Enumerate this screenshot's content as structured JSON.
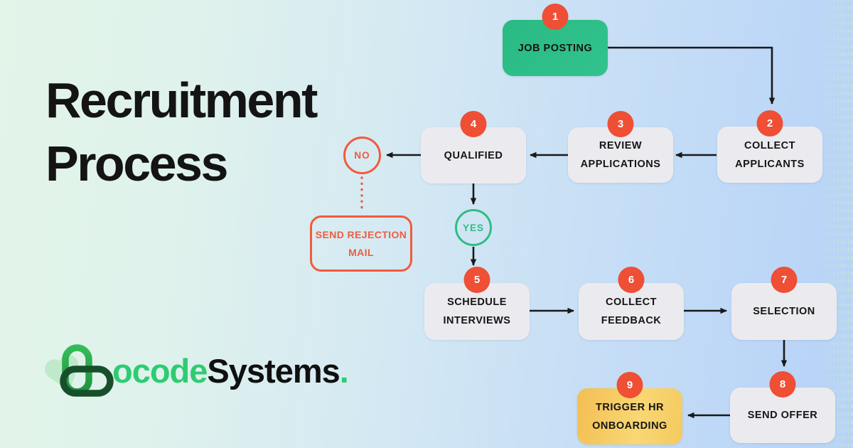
{
  "title": "Recruitment Process",
  "flow": {
    "nodes": [
      {
        "number": "1",
        "label": "JOB POSTING"
      },
      {
        "number": "2",
        "label": "COLLECT APPLICANTS"
      },
      {
        "number": "3",
        "label": "REVIEW APPLICATIONS"
      },
      {
        "number": "4",
        "label": "QUALIFIED"
      },
      {
        "number": "5",
        "label": "SCHEDULE INTERVIEWS"
      },
      {
        "number": "6",
        "label": "COLLECT FEEDBACK"
      },
      {
        "number": "7",
        "label": "SELECTION"
      },
      {
        "number": "8",
        "label": "SEND OFFER"
      },
      {
        "number": "9",
        "label": "TRIGGER HR ONBOARDING"
      }
    ],
    "decisions": {
      "no": "NO",
      "yes": "YES"
    },
    "rejection_label": "SEND REJECTION MAIL"
  },
  "brand": {
    "logo_green": "ocode",
    "logo_dark": "Systems",
    "logo_dot": "."
  },
  "colors": {
    "background_left": "#E3F5E9",
    "background_right": "#B7D2F8",
    "step_box": "#EBEBEF",
    "start_box_green": "#2DBD88",
    "end_box_yellow": "#F5C95F",
    "badge_red": "#EE4F35",
    "outline_red": "#F15B3D",
    "outline_green": "#2EBE83",
    "arrow_ink": "#191919",
    "logo_bright_green": "#2ECC71",
    "logo_dark_green": "#184F2B"
  }
}
